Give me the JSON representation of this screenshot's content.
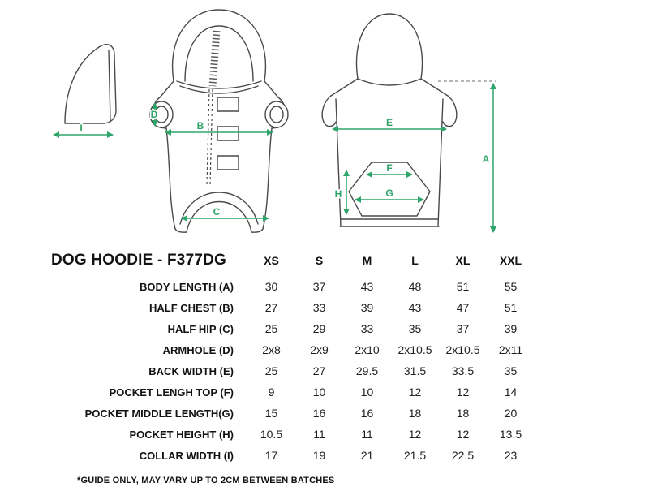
{
  "colors": {
    "accent_green": "#2fa56a",
    "line_art": "#4a4a4a",
    "text": "#111111"
  },
  "diagram": {
    "labels": {
      "A": "A",
      "B": "B",
      "C": "C",
      "D": "D",
      "E": "E",
      "F": "F",
      "G": "G",
      "H": "H",
      "I": "I"
    }
  },
  "table": {
    "title": "DOG HOODIE - F377DG",
    "sizes": [
      "XS",
      "S",
      "M",
      "L",
      "XL",
      "XXL"
    ],
    "rows": [
      {
        "label": "BODY LENGTH (A)",
        "values": [
          "30",
          "37",
          "43",
          "48",
          "51",
          "55"
        ]
      },
      {
        "label": "HALF CHEST (B)",
        "values": [
          "27",
          "33",
          "39",
          "43",
          "47",
          "51"
        ]
      },
      {
        "label": "HALF HIP (C)",
        "values": [
          "25",
          "29",
          "33",
          "35",
          "37",
          "39"
        ]
      },
      {
        "label": "ARMHOLE (D)",
        "values": [
          "2x8",
          "2x9",
          "2x10",
          "2x10.5",
          "2x10.5",
          "2x11"
        ]
      },
      {
        "label": "BACK WIDTH (E)",
        "values": [
          "25",
          "27",
          "29.5",
          "31.5",
          "33.5",
          "35"
        ]
      },
      {
        "label": "POCKET LENGH TOP (F)",
        "values": [
          "9",
          "10",
          "10",
          "12",
          "12",
          "14"
        ]
      },
      {
        "label": "POCKET MIDDLE LENGTH(G)",
        "values": [
          "15",
          "16",
          "16",
          "18",
          "18",
          "20"
        ]
      },
      {
        "label": "POCKET HEIGHT (H)",
        "values": [
          "10.5",
          "11",
          "11",
          "12",
          "12",
          "13.5"
        ]
      },
      {
        "label": "COLLAR WIDTH (I)",
        "values": [
          "17",
          "19",
          "21",
          "21.5",
          "22.5",
          "23"
        ]
      }
    ],
    "footnote": "*GUIDE ONLY, MAY VARY UP TO 2CM BETWEEN BATCHES"
  }
}
